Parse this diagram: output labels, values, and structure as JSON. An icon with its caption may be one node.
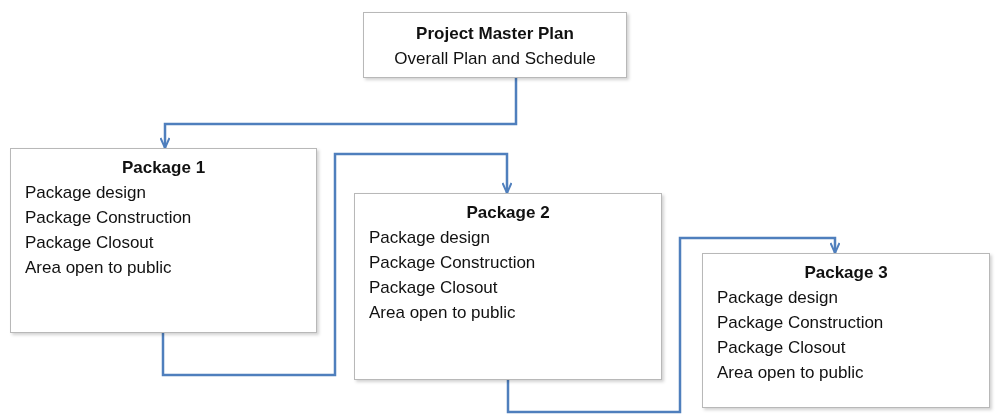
{
  "diagram": {
    "nodes": [
      {
        "text": [
          "Project  Master Plan",
          "Overall Plan and Schedule"
        ]
      },
      {
        "text": [
          "Package 1",
          "Package design",
          "Package Construction",
          "Package Closout",
          "Area open to public"
        ]
      },
      {
        "text": [
          "Package 2",
          "Package design",
          "Package Construction",
          "Package Closout",
          "Area open to public"
        ]
      },
      {
        "text": [
          "Package 3",
          "Package design",
          "Package Construction",
          "Package Closout",
          "Area open to public"
        ]
      }
    ],
    "edges": [
      {
        "from": 0,
        "to": 1,
        "arrow": "to"
      },
      {
        "from": 1,
        "to": 2,
        "arrow": "to"
      },
      {
        "from": 2,
        "to": 3,
        "arrow": "to"
      }
    ]
  }
}
